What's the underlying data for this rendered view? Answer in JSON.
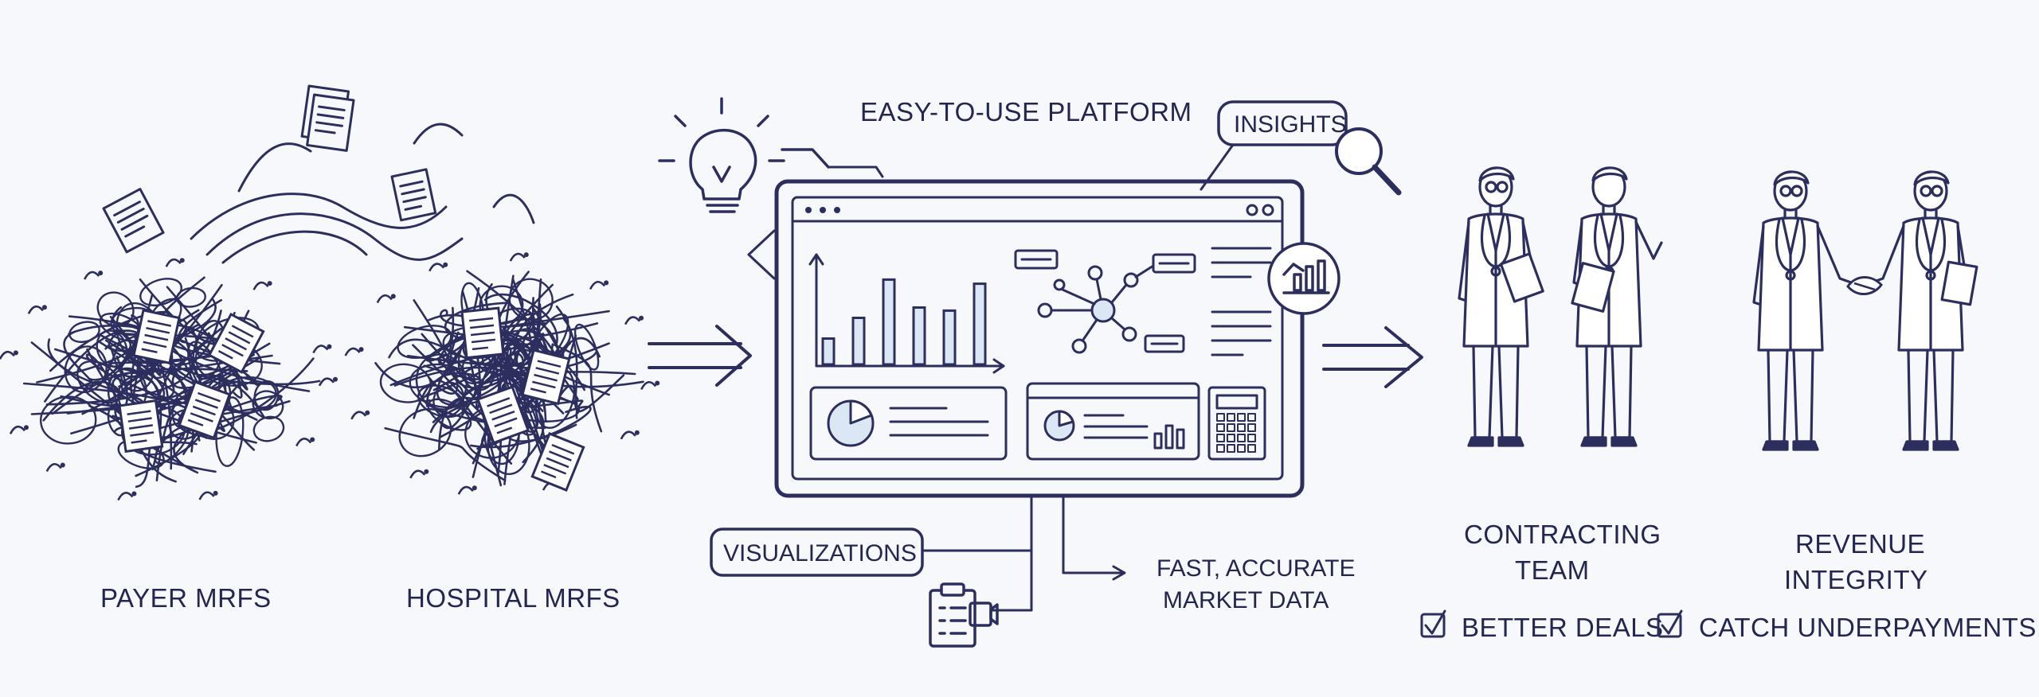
{
  "labels": {
    "platform_title": "EASY-TO-USE PLATFORM",
    "insights": "INSIGHTS",
    "visualizations": "VISUALIZATIONS",
    "fast_data_line1": "FAST, ACCURATE",
    "fast_data_line2": "MARKET DATA",
    "payer": "PAYER MRFS",
    "hospital": "HOSPITAL MRFS",
    "contracting_line1": "CONTRACTING",
    "contracting_line2": "TEAM",
    "revenue_line1": "REVENUE",
    "revenue_line2": "INTEGRITY",
    "better_deals": "BETTER DEALS",
    "catch_underpayments": "CATCH UNDERPAYMENTS"
  },
  "colors": {
    "ink": "#2c2e5e",
    "accent_fill": "#dbe7f5",
    "background": "#f7f8fb"
  },
  "icons": [
    "lightbulb-icon",
    "magnifier-icon",
    "trend-chart-icon",
    "clipboard-icon",
    "video-camera-icon",
    "calculator-icon",
    "checkbox-icon",
    "document-icon",
    "handshake-icon"
  ],
  "platform_bars": [
    0.25,
    0.45,
    0.82,
    0.55,
    0.52,
    0.78
  ]
}
